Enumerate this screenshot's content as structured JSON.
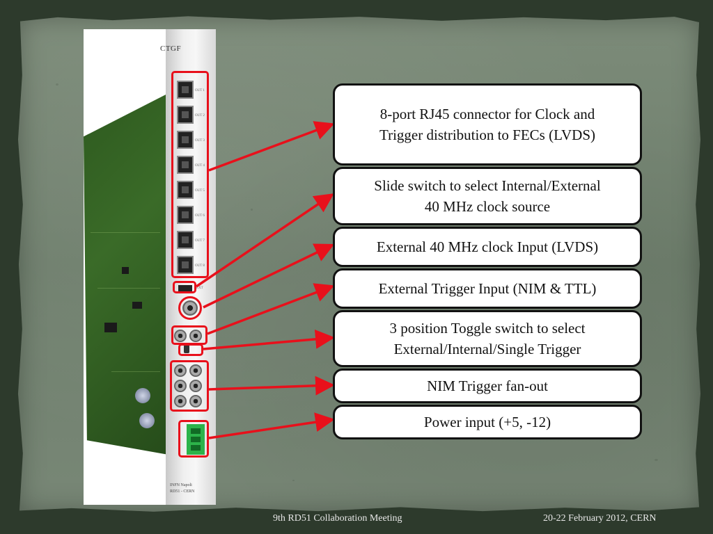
{
  "photo": {
    "panel_title": "CTGF",
    "port_labels": [
      "OUT 1",
      "OUT 2",
      "OUT 3",
      "OUT 4",
      "OUT 5",
      "OUT 6",
      "OUT 7",
      "OUT 8"
    ],
    "switch_label": "EXT",
    "panel_footer_1": "INFN Napoli",
    "panel_footer_2": "RD51 - CERN"
  },
  "callouts": [
    "8-port RJ45 connector for Clock and\nTrigger distribution to FECs (LVDS)",
    "Slide switch to select Internal/External\n40 MHz clock source",
    "External 40 MHz clock Input (LVDS)",
    "External Trigger Input (NIM & TTL)",
    "3 position Toggle switch to select\nExternal/Internal/Single Trigger",
    "NIM Trigger fan-out",
    "Power input (+5, -12)"
  ],
  "footer": {
    "meeting": "9th RD51 Collaboration Meeting",
    "date": "20-22 February 2012, CERN"
  },
  "colors": {
    "accent_red": "#e8101b",
    "background": "#7c8b79",
    "callout_border": "#111111"
  }
}
